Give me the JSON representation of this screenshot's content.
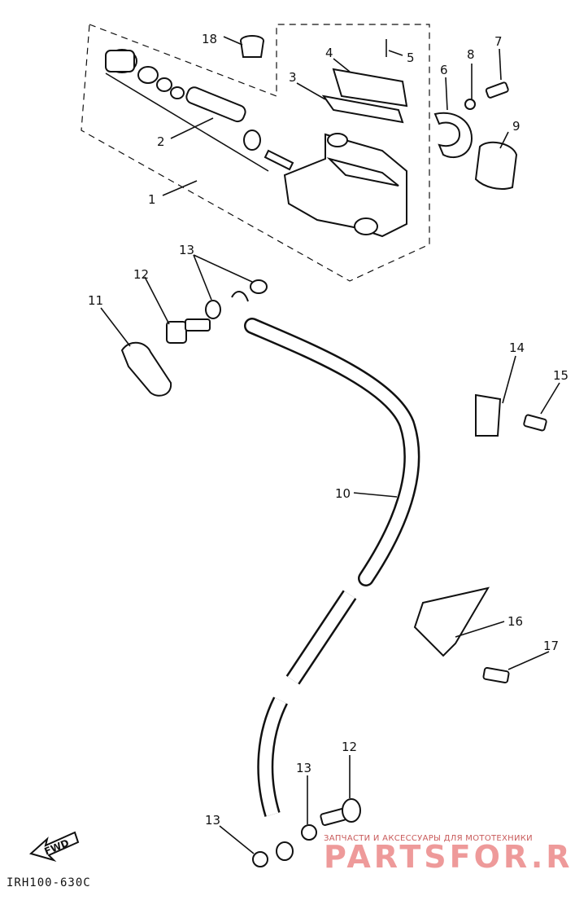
{
  "callouts": [
    "18",
    "5",
    "4",
    "3",
    "7",
    "8",
    "6",
    "9",
    "2",
    "1",
    "13",
    "12",
    "11",
    "14",
    "15",
    "10",
    "16",
    "17",
    "12",
    "13",
    "13"
  ],
  "diagram_code": "IRH100-630C",
  "fwd_label": "FWD",
  "watermark": {
    "tagline": "ЗАПЧАСТИ И АКСЕССУАРЫ ДЛЯ МОТОТЕХНИКИ",
    "brand": "PARTSFOR.RU"
  }
}
